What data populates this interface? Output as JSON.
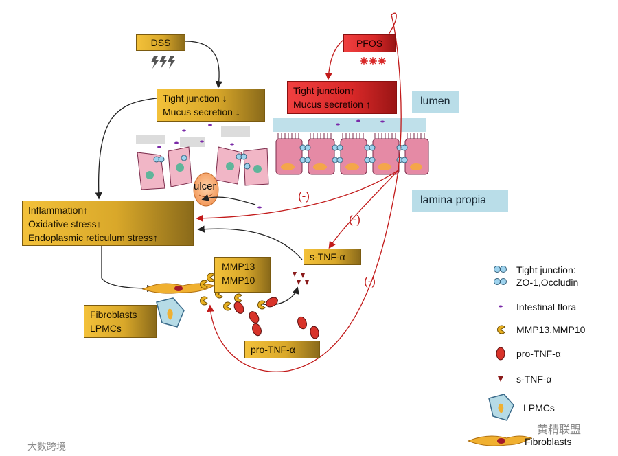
{
  "boxes": {
    "dss": "DSS",
    "pfos": "PFOS",
    "tight_dss_1": "Tight junction ↓",
    "tight_dss_2": "Mucus secretion ↓",
    "tight_pfos_1": "Tight junction↑",
    "tight_pfos_2": "Mucus secretion ↑",
    "lumen": "lumen",
    "lamina": "lamina propia",
    "inflam_1": "Inflammation↑",
    "inflam_2": "Oxidative stress↑",
    "inflam_3": "Endoplasmic reticulum stress↑",
    "mmp_1": "MMP13",
    "mmp_2": "MMP10",
    "stnf": "s-TNF-α",
    "protnf": "pro-TNF-α",
    "fib_1": "Fibroblasts",
    "fib_2": "LPMCs",
    "ulcer": "ulcer"
  },
  "inhibit": [
    "(-)",
    "(-)",
    "(-)"
  ],
  "legend": {
    "tight_1": "Tight junction:",
    "tight_2": "ZO-1,Occludin",
    "flora": "Intestinal flora",
    "mmp": "MMP13,MMP10",
    "protnf": "pro-TNF-α",
    "stnf": "s-TNF-α",
    "lpmc": "LPMCs",
    "fib": "Fibroblasts"
  },
  "watermarks": [
    "黄精联盟",
    "大数跨境"
  ],
  "colors": {
    "gold": "#e2b032",
    "red": "#d82828",
    "blue_label": "#b9dde8",
    "inhibit_line": "#c21a1a"
  }
}
